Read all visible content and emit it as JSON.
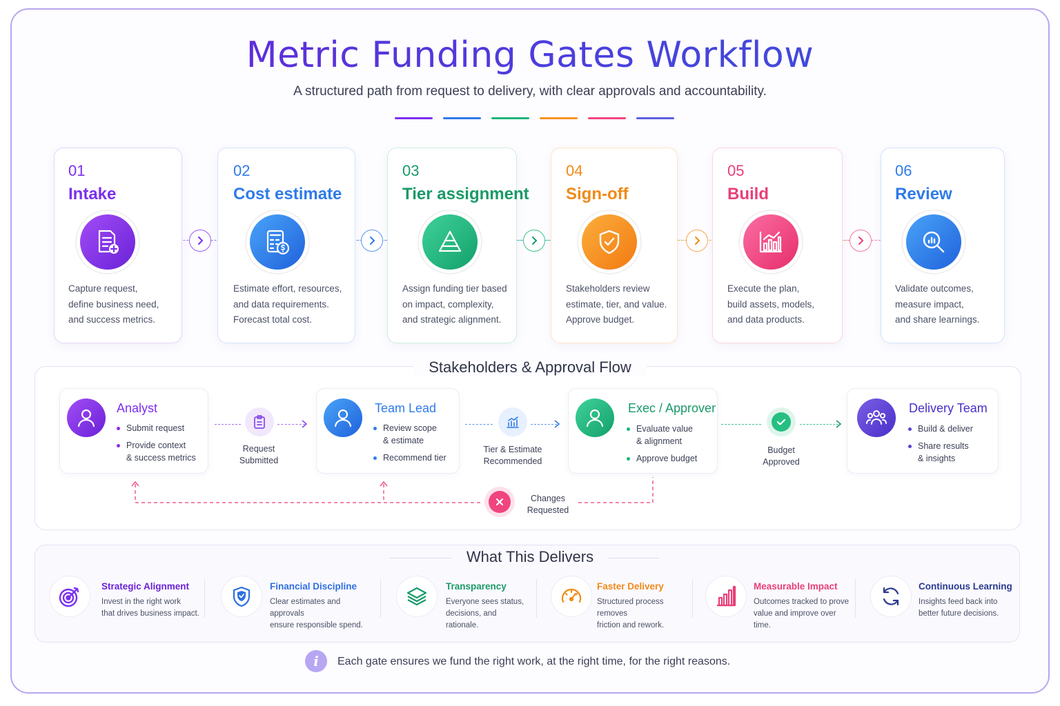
{
  "header": {
    "title": "Metric Funding Gates Workflow",
    "subtitle": "A structured path from request to delivery, with clear approvals and accountability."
  },
  "accent_colors": [
    "#7b2ff0",
    "#2f7be8",
    "#1fb57a",
    "#f7931e",
    "#f0457e",
    "#5b5fe0"
  ],
  "stages": [
    {
      "num": "01",
      "name": "Intake",
      "icon": "form-add-icon",
      "color": "#7b2ff0",
      "desc": "Capture request,\ndefine business need,\nand success metrics."
    },
    {
      "num": "02",
      "name": "Cost estimate",
      "icon": "calculator-dollar-icon",
      "color": "#2f7be8",
      "desc": "Estimate effort, resources,\nand data requirements.\nForecast total cost."
    },
    {
      "num": "03",
      "name": "Tier assignment",
      "icon": "pyramid-icon",
      "color": "#1fb57a",
      "desc": "Assign funding tier based\non impact, complexity,\nand strategic alignment."
    },
    {
      "num": "04",
      "name": "Sign-off",
      "icon": "shield-check-icon",
      "color": "#f7931e",
      "desc": "Stakeholders review\nestimate, tier, and value.\nApprove budget."
    },
    {
      "num": "05",
      "name": "Build",
      "icon": "bar-chart-icon",
      "color": "#f0457e",
      "desc": "Execute the plan,\nbuild assets, models,\nand data products."
    },
    {
      "num": "06",
      "name": "Review",
      "icon": "magnifier-chart-icon",
      "color": "#2f7be8",
      "desc": "Validate outcomes,\nmeasure impact,\nand share learnings."
    }
  ],
  "stakeholders": {
    "title": "Stakeholders & Approval Flow",
    "roles": [
      {
        "name": "Analyst",
        "color": "#8a2ee8",
        "items": [
          "Submit request",
          "Provide context\n& success metrics"
        ]
      },
      {
        "name": "Team Lead",
        "color": "#2f7be8",
        "items": [
          "Review scope\n& estimate",
          "Recommend tier"
        ]
      },
      {
        "name": "Exec / Approver",
        "color": "#1fb57a",
        "items": [
          "Evaluate value\n& alignment",
          "Approve budget"
        ]
      },
      {
        "name": "Delivery Team",
        "color": "#5b3fd6",
        "items": [
          "Build & deliver",
          "Share results\n& insights"
        ]
      }
    ],
    "transitions": [
      {
        "label": "Request\nSubmitted",
        "icon": "clipboard-icon"
      },
      {
        "label": "Tier & Estimate\nRecommended",
        "icon": "bar-chart-icon"
      },
      {
        "label": "Budget\nApproved",
        "icon": "check-icon"
      }
    ],
    "rejection": {
      "label": "Changes\nRequested",
      "icon": "x-icon"
    }
  },
  "delivers": {
    "title": "What This Delivers",
    "items": [
      {
        "title": "Strategic Alignment",
        "desc": "Invest in the right work\nthat drives business impact.",
        "color": "#7b2ff0",
        "icon": "target-icon"
      },
      {
        "title": "Financial Discipline",
        "desc": "Clear estimates and approvals\nensure responsible spend.",
        "color": "#2f6fe0",
        "icon": "shield-dollar-icon"
      },
      {
        "title": "Transparency",
        "desc": "Everyone sees status,\ndecisions, and rationale.",
        "color": "#1a9a68",
        "icon": "layers-icon"
      },
      {
        "title": "Faster Delivery",
        "desc": "Structured process removes\nfriction and rework.",
        "color": "#f08a18",
        "icon": "speedometer-icon"
      },
      {
        "title": "Measurable Impact",
        "desc": "Outcomes tracked to prove\nvalue and improve over time.",
        "color": "#e83f78",
        "icon": "bar-chart-icon"
      },
      {
        "title": "Continuous Learning",
        "desc": "Insights feed back into\nbetter future decisions.",
        "color": "#2a3a8f",
        "icon": "refresh-icon"
      }
    ]
  },
  "footer": {
    "icon_glyph": "i",
    "text": "Each gate ensures we fund the right work, at the right time, for the right reasons."
  }
}
